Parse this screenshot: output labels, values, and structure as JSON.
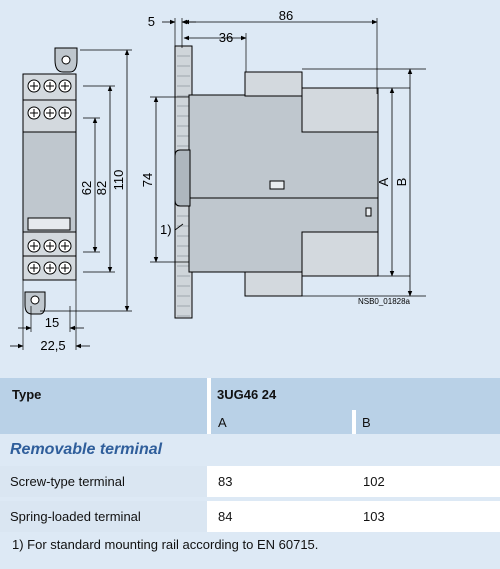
{
  "drawing": {
    "dims": {
      "d5": "5",
      "d86": "86",
      "d36": "36",
      "d62": "62",
      "d82": "82",
      "d110": "110",
      "d74": "74",
      "dA": "A",
      "dB": "B",
      "d15": "15",
      "d22_5": "22,5",
      "note1": "1)"
    },
    "drawing_code": "NSB0_01828a",
    "colors": {
      "housing": "#bfc7ce",
      "housing_dark": "#a9b2ba",
      "terminal": "#d3d9de",
      "line": "#000000",
      "background": "#dde9f5"
    }
  },
  "table": {
    "type_label": "Type",
    "product": "3UG46 24",
    "col_a": "A",
    "col_b": "B",
    "section": "Removable terminal",
    "rows": [
      {
        "label": "Screw-type terminal",
        "a": "83",
        "b": "102"
      },
      {
        "label": "Spring-loaded terminal",
        "a": "84",
        "b": "103"
      }
    ],
    "colors": {
      "header_bg": "#b9d1e7",
      "label_bg": "#dae6f2",
      "section_text": "#2f5e9b"
    }
  },
  "footnote": "1)  For standard mounting rail according to EN 60715."
}
